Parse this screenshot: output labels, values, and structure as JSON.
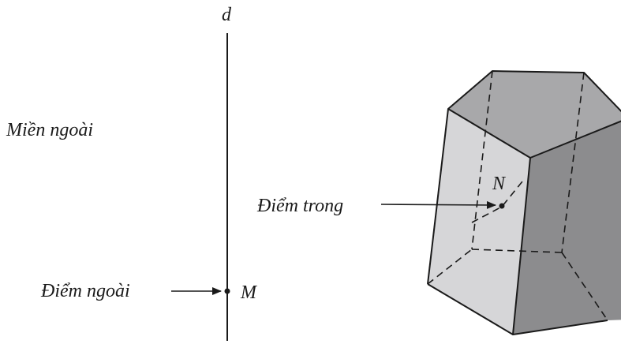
{
  "labels": {
    "line_name": "d",
    "outer_region": "Miền ngoài",
    "outer_point_caption": "Điểm ngoài",
    "outer_point_name": "M",
    "inner_point_caption": "Điểm trong",
    "inner_point_name": "N"
  },
  "colors": {
    "ink": "#1a1a1a",
    "face_top": "#a8a8aa",
    "face_left": "#d6d6d8",
    "face_right": "#8c8c8e",
    "background": "#ffffff"
  }
}
